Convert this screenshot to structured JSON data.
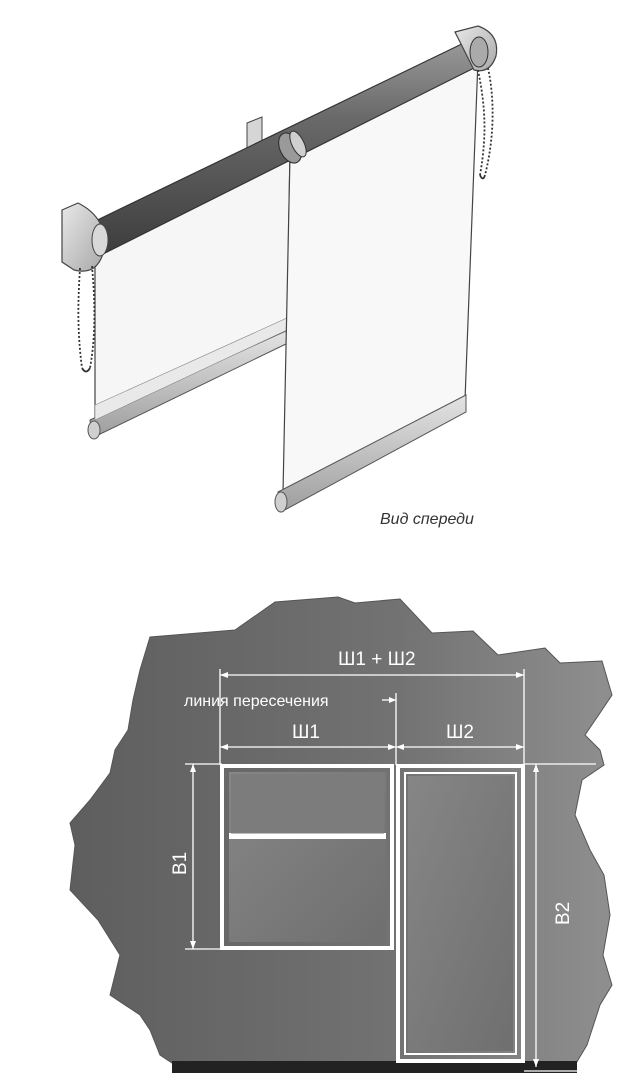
{
  "front_view": {
    "caption": "Вид спереди"
  },
  "measurement": {
    "total_width_label": "Ш1 + Ш2",
    "intersection_line_label": "линия пересечения",
    "width1_label": "Ш1",
    "width2_label": "Ш2",
    "height1_label": "В1",
    "height2_label": "В2"
  },
  "colors": {
    "wall": "#666666",
    "window_frame": "#ffffff",
    "glass": "#7a7a7a",
    "dimension_lines": "#ffffff",
    "tube": "#5d5d5d",
    "fabric": "#f6f6f6"
  }
}
